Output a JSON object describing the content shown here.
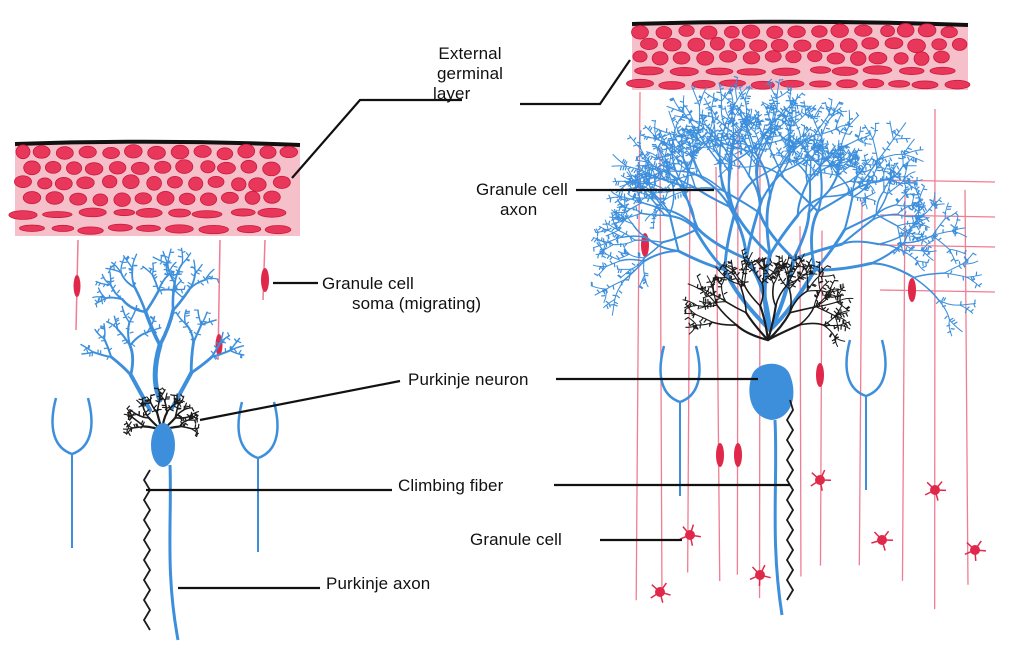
{
  "labels": {
    "external_germinal_layer": [
      "External",
      "germinal",
      "layer"
    ],
    "granule_cell_axon": [
      "Granule cell",
      "axon"
    ],
    "granule_cell_soma": [
      "Granule cell",
      "soma (migrating)"
    ],
    "purkinje_neuron": "Purkinje neuron",
    "climbing_fiber": "Climbing fiber",
    "granule_cell": "Granule cell",
    "purkinje_axon": "Purkinje axon"
  },
  "colors": {
    "granule_red": "#e0294a",
    "granule_fill": "#e8375a",
    "layer_bg": "#f6c0cb",
    "purkinje_blue": "#3d8fdc",
    "climbing_black": "#1b1b1b",
    "fiber_pink": "#f07d92"
  }
}
